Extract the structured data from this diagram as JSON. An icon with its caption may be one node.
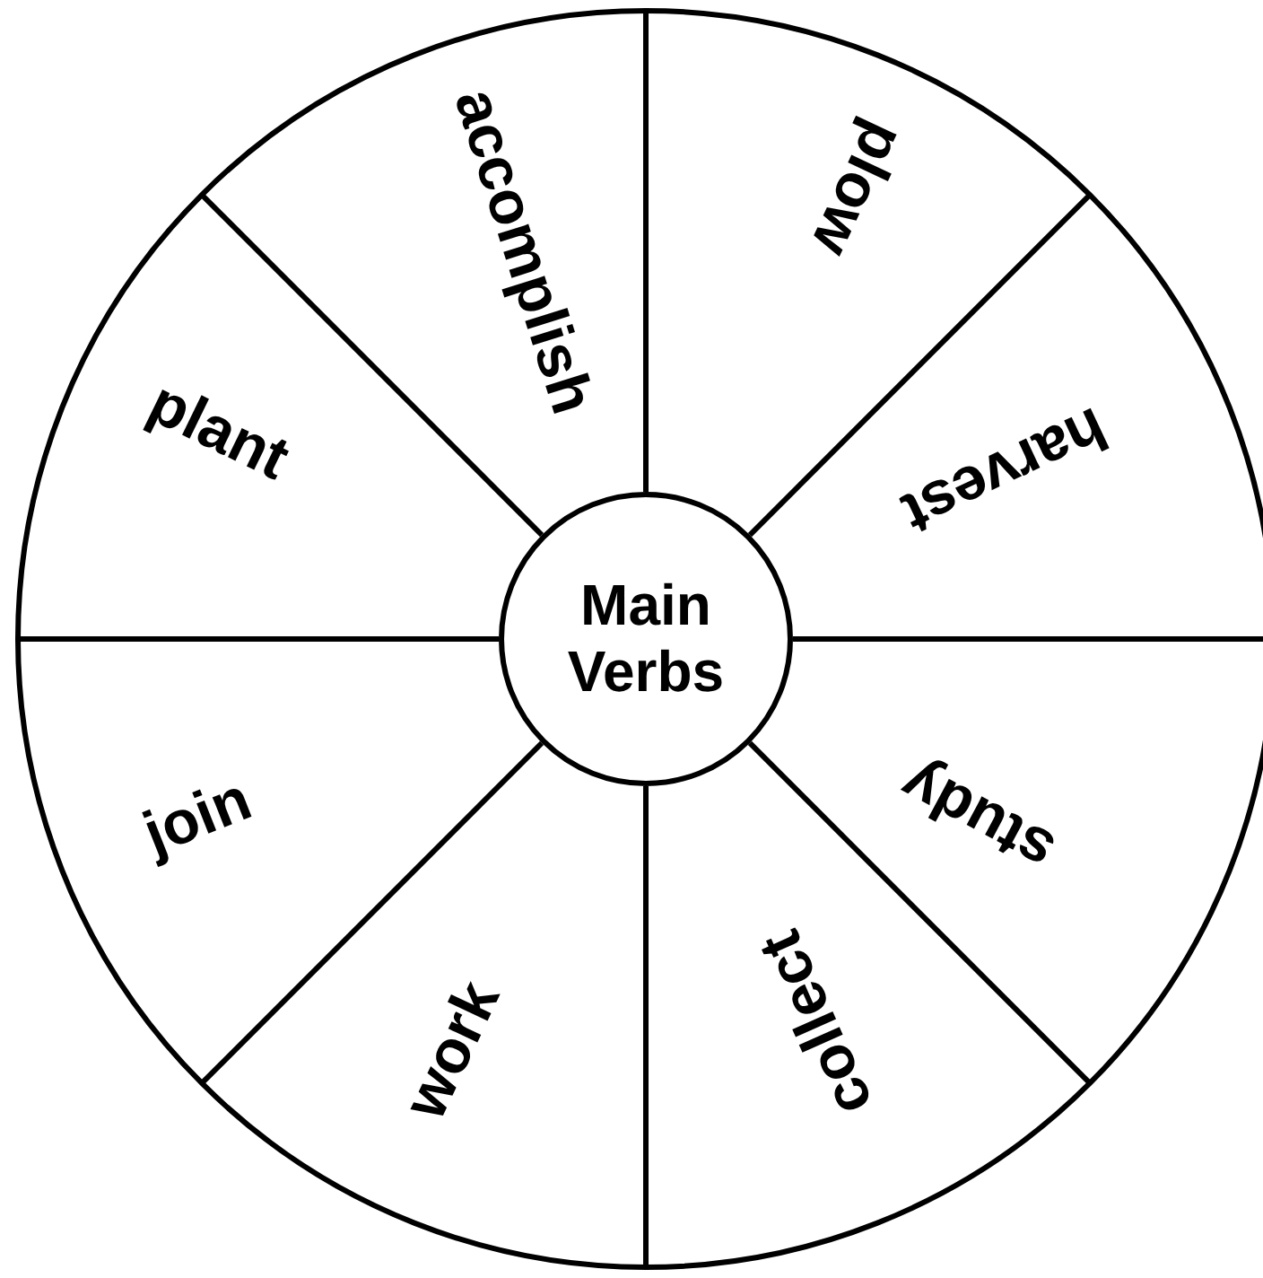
{
  "diagram": {
    "nodes": [
      {
        "text": [
          "Main Verbs"
        ]
      },
      {
        "text": [
          "accomplish"
        ]
      },
      {
        "text": [
          "plow"
        ]
      },
      {
        "text": [
          "harvest"
        ]
      },
      {
        "text": [
          "study"
        ]
      },
      {
        "text": [
          "collect"
        ]
      },
      {
        "text": [
          "work"
        ]
      },
      {
        "text": [
          "join"
        ]
      },
      {
        "text": [
          "plant"
        ]
      }
    ]
  }
}
